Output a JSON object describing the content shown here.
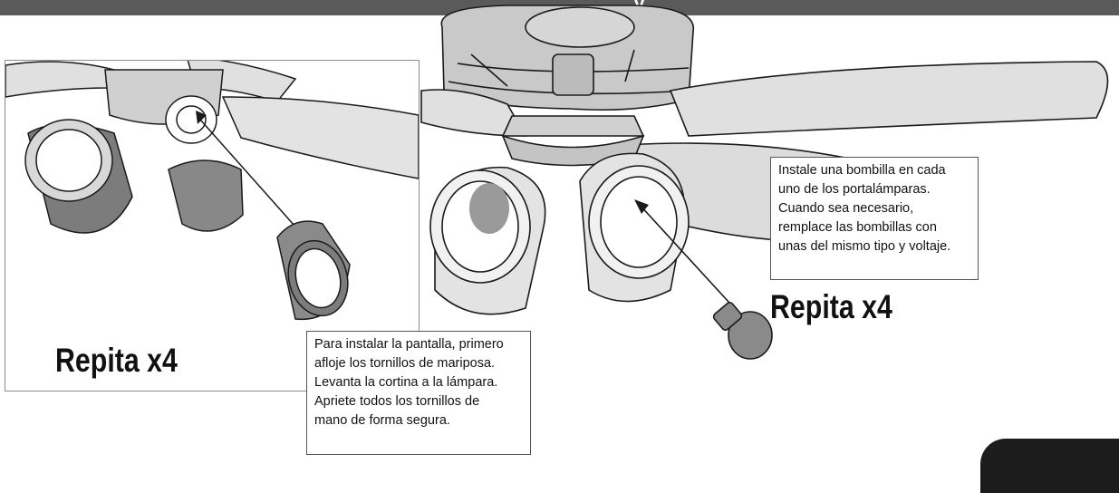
{
  "header": {
    "text": "y",
    "bar_color": "#5a5a5a"
  },
  "left_panel": {
    "repeat_label": "Repita x4",
    "note_lines": [
      "Para instalar la pantalla, primero",
      "afloje los tornillos de mariposa.",
      "Levanta la cortina a la lámpara.",
      "Apriete todos los tornillos de",
      "mano de forma segura."
    ]
  },
  "right_panel": {
    "repeat_label": "Repita x4",
    "note_lines": [
      "Instale una bombilla en cada",
      "uno de los portalámparas.",
      "Cuando sea necesario,",
      "remplace las bombillas con",
      "unas del mismo tipo y voltaje."
    ]
  },
  "colors": {
    "shade_gray": "#8a8a8a",
    "line": "#1a1a1a"
  }
}
